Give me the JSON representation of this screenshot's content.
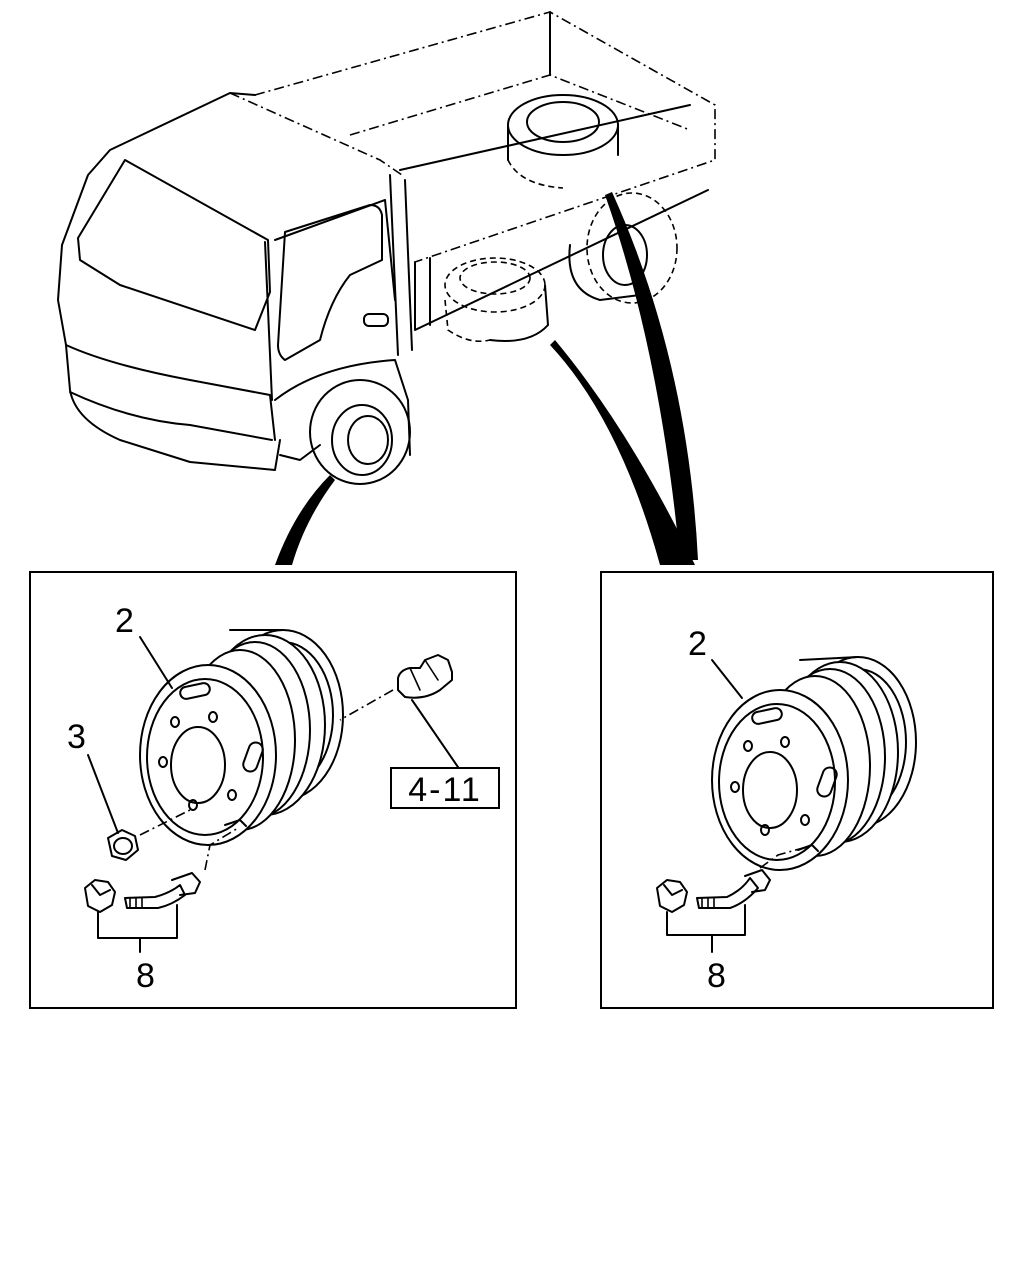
{
  "callouts": {
    "left_rim": "2",
    "left_nut": "3",
    "left_ref": "4-11",
    "left_valve": "8",
    "right_rim": "2",
    "right_valve": "8"
  }
}
